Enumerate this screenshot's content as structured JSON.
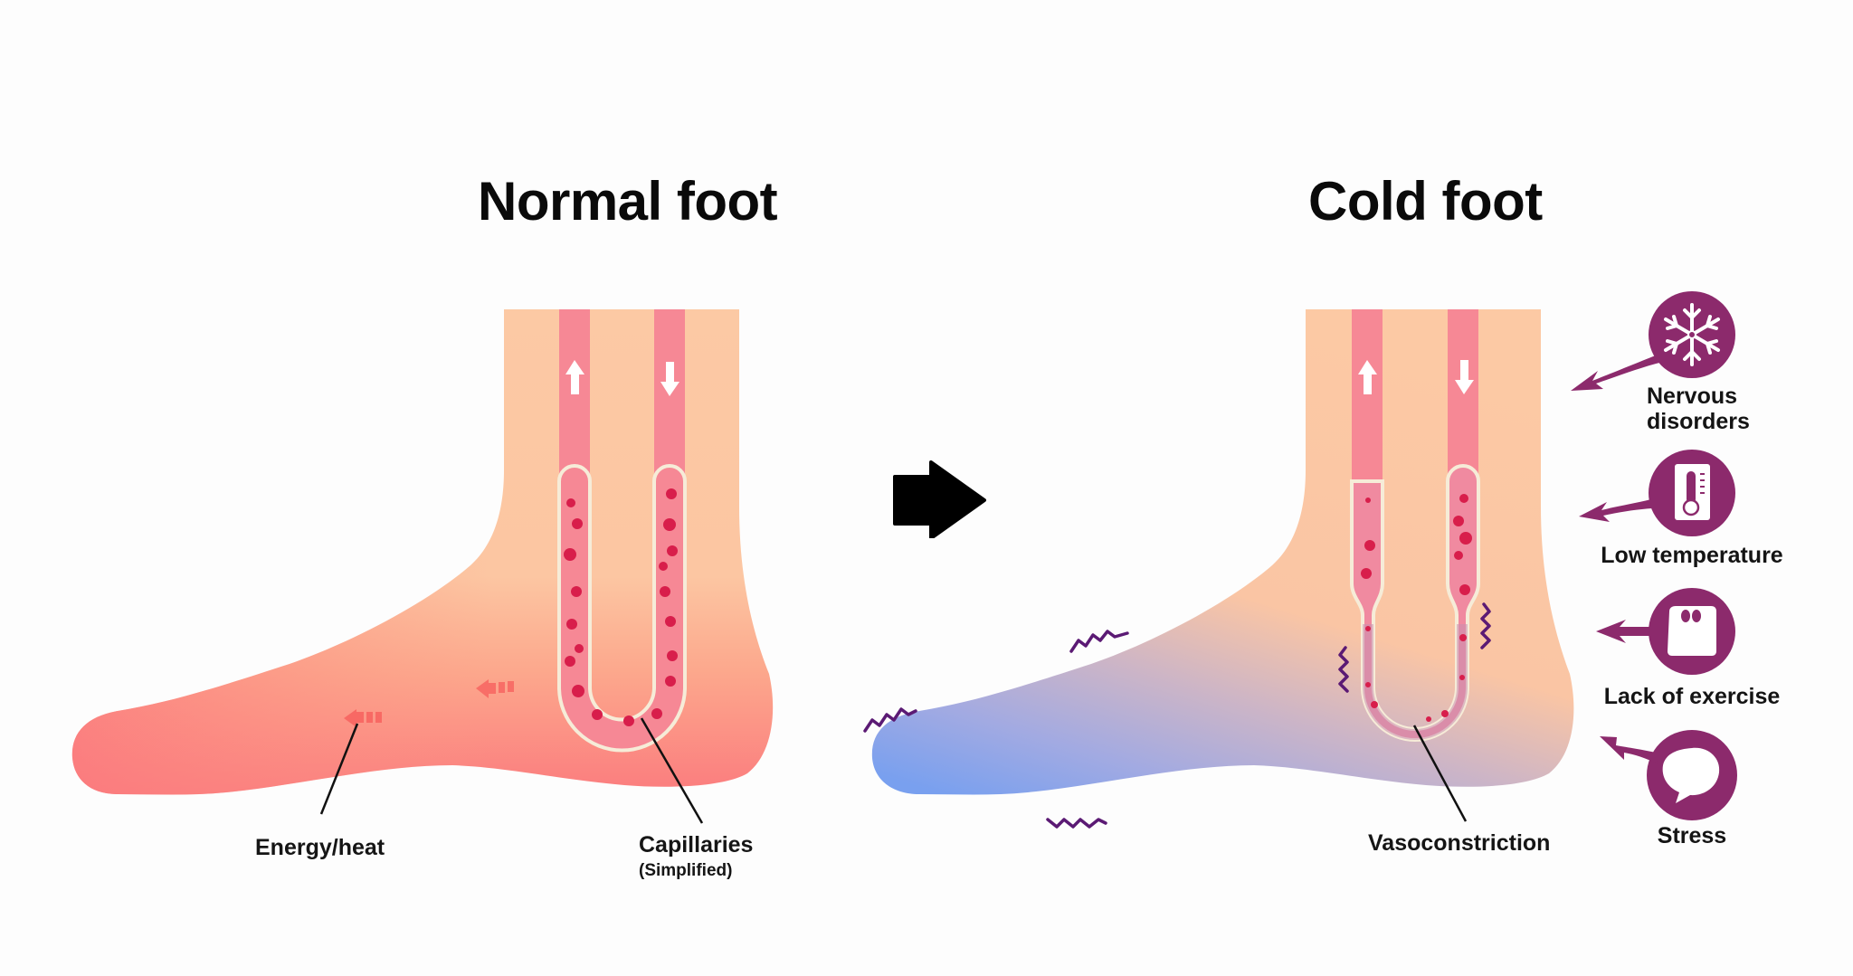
{
  "colors": {
    "background": "#fdfdfd",
    "skin_peach": "#fbc9a3",
    "normal_toe_red": "#fb7a7e",
    "cold_toe_blue": "#7aa0ef",
    "vessel_pink": "#f68895",
    "blood_cell_red": "#d81e4b",
    "capillary_outline": "#f5ecd9",
    "cause_purple": "#8c2a6c",
    "squiggle_purple": "#5b1a74",
    "heat_arrow": "#f8625f",
    "text_dark": "#111111"
  },
  "normal_panel": {
    "title": "Normal foot",
    "labels": {
      "energy": "Energy/heat",
      "capillaries": "Capillaries",
      "capillaries_note": "(Simplified)"
    },
    "flow_arrows": [
      "up-arrow",
      "down-arrow"
    ],
    "heat_arrows": 2
  },
  "transition_arrow": "right-arrow",
  "cold_panel": {
    "title": "Cold foot",
    "labels": {
      "vasoconstriction": "Vasoconstriction"
    },
    "flow_arrows": [
      "up-arrow",
      "down-arrow"
    ],
    "shiver_marks": 5
  },
  "causes": [
    {
      "icon": "snowflake-icon",
      "label_line1": "Nervous",
      "label_line2": "disorders"
    },
    {
      "icon": "thermometer-icon",
      "label_line1": "Low temperature",
      "label_line2": ""
    },
    {
      "icon": "weight-scale-icon",
      "label_line1": "Lack of exercise",
      "label_line2": ""
    },
    {
      "icon": "speech-bubble-icon",
      "label_line1": "Stress",
      "label_line2": ""
    }
  ]
}
